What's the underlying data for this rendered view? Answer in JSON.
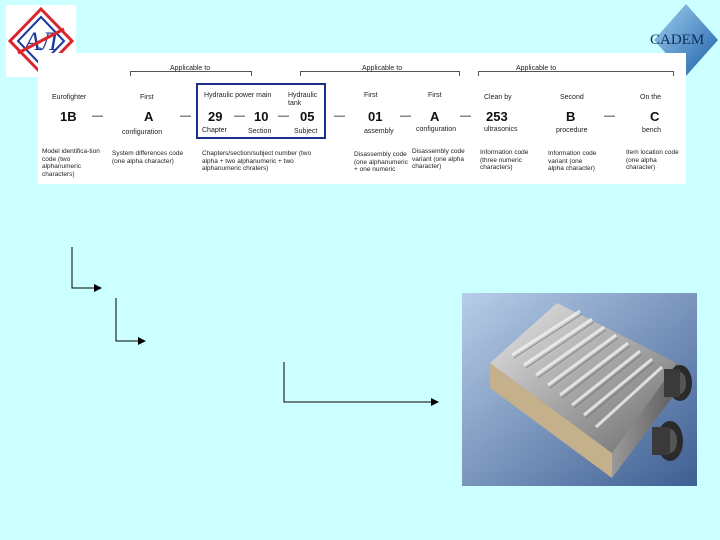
{
  "logo_right": {
    "text": "CADEM"
  },
  "headers": {
    "applicable_1": "Applicable to",
    "applicable_2": "Applicable to",
    "applicable_3": "Applicable to"
  },
  "labels_top": {
    "eurofighter": "Eurofighter",
    "first_1": "First",
    "hydraulic_main": "Hydraulic power main",
    "hydraulic_tank": "Hydraulic",
    "hydraulic_tank_2": "tank",
    "first_2": "First",
    "first_3": "First",
    "clean_by": "Clean by",
    "second": "Second",
    "on_the": "On the"
  },
  "codes": {
    "c1": "1B",
    "c2": "A",
    "c3": "29",
    "c4": "10",
    "c5": "05",
    "c6": "01",
    "c7": "A",
    "c8": "253",
    "c9": "B",
    "c10": "C"
  },
  "dashes": {
    "d": "—"
  },
  "labels_bottom": {
    "configuration_1": "configuration",
    "chapter": "Chapter",
    "section": "Section",
    "subject": "Subject",
    "assembly": "assembly",
    "configuration_2": "configuration",
    "ultrasonics": "ultrasonics",
    "procedure": "procedure",
    "bench": "bench"
  },
  "descriptions": {
    "model": "Model identifica-tion code (two alphanumeric characters)",
    "system": "System differences code (one alpha character)",
    "chapters": "Chapters/section/subject number (two alpha + two alphanumeric + two alphanumeric chraters)",
    "disassembly": "Disassembly code (one alphanumeric + one numeric",
    "disassembly_variant": "Disassembly code variant (one alpha character)",
    "information_code": "Information code (three numeric characters)",
    "information_variant": "Information code variant (one alpha character)",
    "item_location": "Item location code (one alpha character)"
  },
  "colors": {
    "background": "#ccffff",
    "highlight_box": "#1a2f8a",
    "logo_red": "#d8262c",
    "logo_blue": "#1c3a9c",
    "cadem_blue": "#2d6fb8"
  }
}
